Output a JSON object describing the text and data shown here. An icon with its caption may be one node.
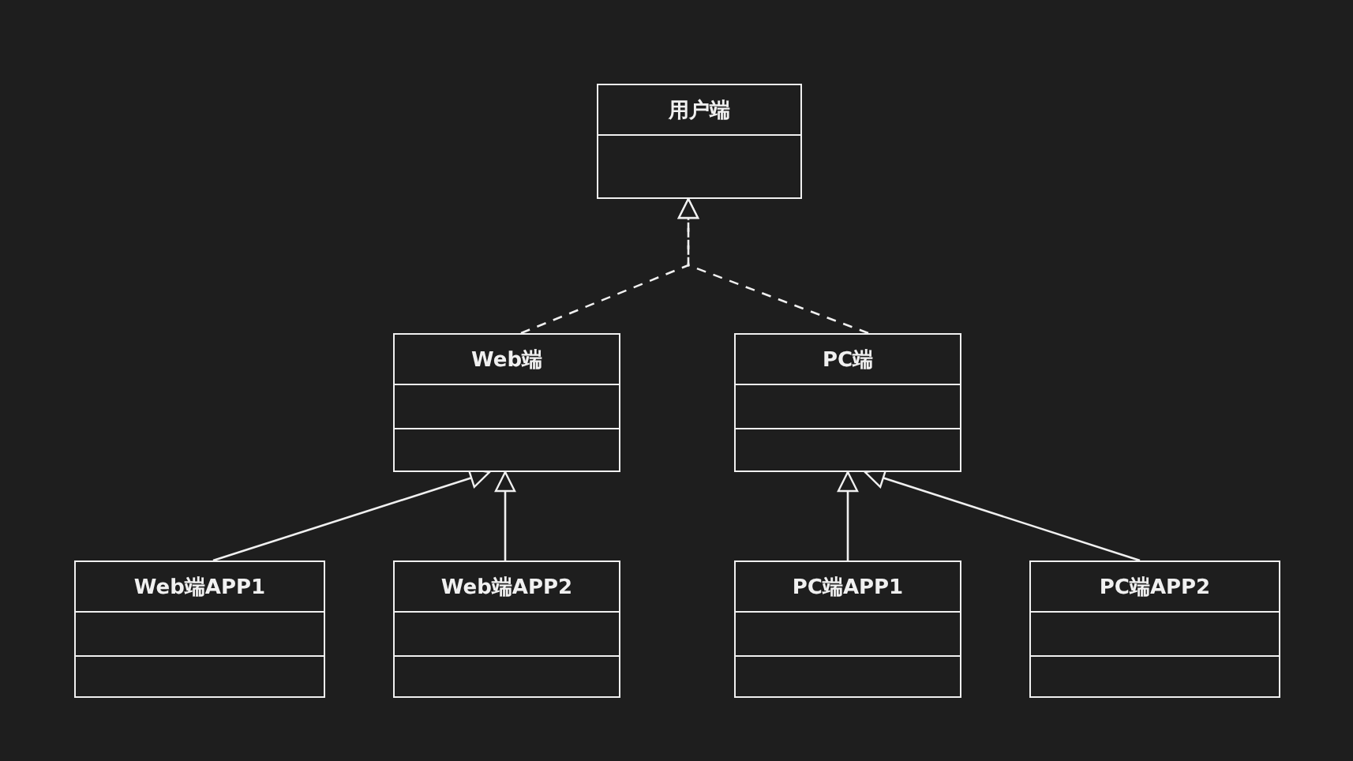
{
  "diagram": {
    "nodes": [
      {
        "text": [
          "用户端"
        ]
      },
      {
        "text": [
          "Web端"
        ]
      },
      {
        "text": [
          "PC端"
        ]
      },
      {
        "text": [
          "Web端APP1"
        ]
      },
      {
        "text": [
          "Web端APP2"
        ]
      },
      {
        "text": [
          "PC端APP1"
        ]
      },
      {
        "text": [
          "PC端APP2"
        ]
      }
    ],
    "edges": [
      {
        "from": 1,
        "to": 0,
        "arrow": "to",
        "style": "dashed"
      },
      {
        "from": 2,
        "to": 0,
        "arrow": "to",
        "style": "dashed"
      },
      {
        "from": 3,
        "to": 1,
        "arrow": "to"
      },
      {
        "from": 4,
        "to": 1,
        "arrow": "to"
      },
      {
        "from": 5,
        "to": 2,
        "arrow": "to"
      },
      {
        "from": 6,
        "to": 2,
        "arrow": "to"
      }
    ]
  }
}
